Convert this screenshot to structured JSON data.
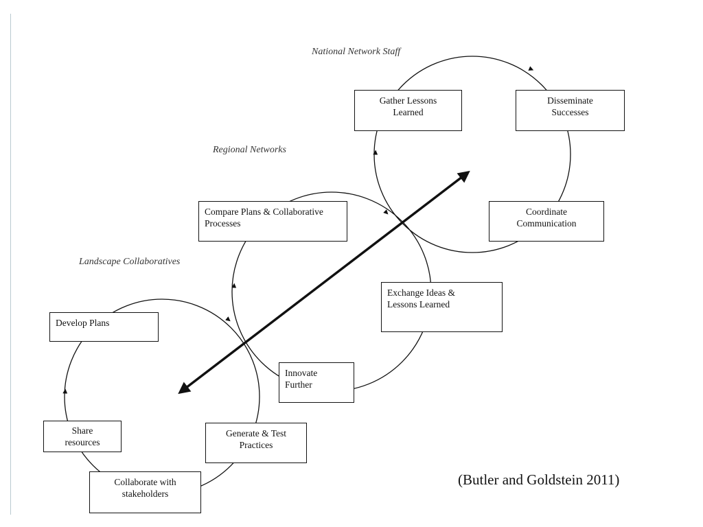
{
  "levels": {
    "national": "National Network Staff",
    "regional": "Regional Networks",
    "landscape": "Landscape Collaboratives"
  },
  "boxes": {
    "gather_lessons": "Gather Lessons\nLearned",
    "disseminate_successes": "Disseminate\nSuccesses",
    "coordinate_communication": "Coordinate\nCommunication",
    "compare_plans": "Compare Plans & Collaborative\nProcesses",
    "exchange_ideas": "Exchange Ideas &\nLessons Learned",
    "innovate_further": "Innovate\nFurther",
    "develop_plans": "Develop Plans",
    "share_resources": "Share\nresources",
    "generate_test": "Generate & Test\nPractices",
    "collaborate_stakeholders": "Collaborate with\nstakeholders"
  },
  "citation": "(Butler and Goldstein 2011)"
}
